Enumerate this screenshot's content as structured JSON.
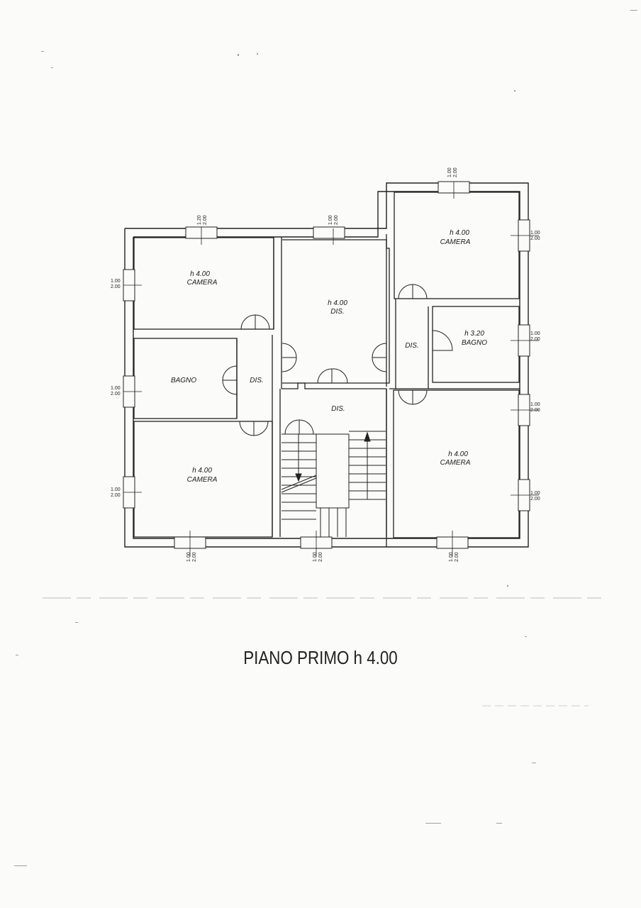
{
  "plan": {
    "title": "PIANO PRIMO h 4.00",
    "rooms": [
      {
        "id": "camera-nw",
        "height": "h 4.00",
        "name": "CAMERA"
      },
      {
        "id": "dis-center",
        "height": "h 4.00",
        "name": "DIS."
      },
      {
        "id": "camera-ne",
        "height": "h 4.00",
        "name": "CAMERA"
      },
      {
        "id": "bagno-e",
        "height": "h 3.20",
        "name": "BAGNO"
      },
      {
        "id": "dis-e",
        "height": "",
        "name": "DIS."
      },
      {
        "id": "bagno-w",
        "height": "",
        "name": "BAGNO"
      },
      {
        "id": "dis-w",
        "height": "",
        "name": "DIS."
      },
      {
        "id": "dis-stair",
        "height": "",
        "name": "DIS."
      },
      {
        "id": "camera-sw",
        "height": "h 4.00",
        "name": "CAMERA"
      },
      {
        "id": "camera-se",
        "height": "h 4.00",
        "name": "CAMERA"
      }
    ],
    "windows": [
      {
        "id": "win-top-1",
        "width": "1.20",
        "height": "2.00"
      },
      {
        "id": "win-top-2",
        "width": "1.00",
        "height": "2.00"
      },
      {
        "id": "win-top-3",
        "width": "1.00",
        "height": "2.00"
      },
      {
        "id": "win-left-1",
        "width": "1.00",
        "height": "2.00"
      },
      {
        "id": "win-left-2",
        "width": "1.00",
        "height": "2.00"
      },
      {
        "id": "win-left-3",
        "width": "1.00",
        "height": "2.00"
      },
      {
        "id": "win-right-1",
        "width": "1.00",
        "height": "2.00"
      },
      {
        "id": "win-right-2",
        "width": "1.00",
        "height": "2.00"
      },
      {
        "id": "win-right-3",
        "width": "1.00",
        "height": "2.00"
      },
      {
        "id": "win-right-4",
        "width": "1.00",
        "height": "2.00"
      },
      {
        "id": "win-bottom-1",
        "width": "1.00",
        "height": "2.00"
      },
      {
        "id": "win-bottom-2",
        "width": "1.00",
        "height": "2.00"
      },
      {
        "id": "win-bottom-3",
        "width": "1.00",
        "height": "2.00"
      }
    ]
  }
}
